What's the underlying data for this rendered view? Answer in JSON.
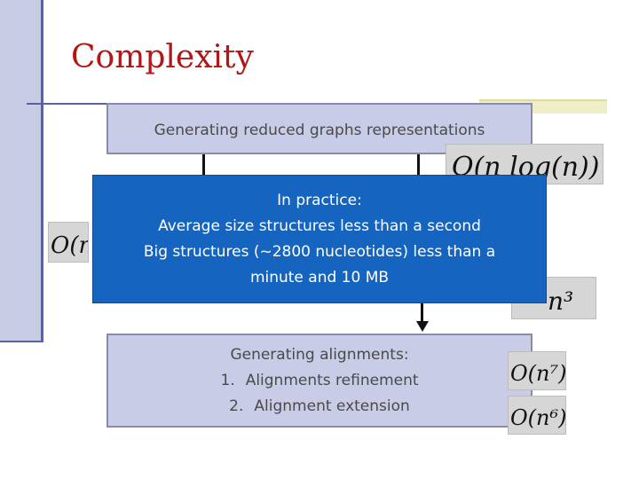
{
  "slide": {
    "title": "Complexity",
    "top_box": "Generating reduced graphs representations",
    "overlay": {
      "lines": [
        "In practice:",
        "Average size structures less than a second",
        "Big structures (~2800 nucleotides) less than a",
        "minute and 10 MB"
      ]
    },
    "bottom_box": {
      "heading": "Generating alignments:",
      "steps": [
        {
          "num": "1.",
          "label": "Alignments refinement"
        },
        {
          "num": "2.",
          "label": "Alignment extension"
        }
      ]
    },
    "formulas": {
      "nlogn": "O(n log(n))",
      "partial_n": "O(n",
      "n3": "n³",
      "n7": "O(n⁷)",
      "n6": "O(n⁶)"
    }
  },
  "colors": {
    "title": "#b01818",
    "box_fill": "#c9cce6",
    "overlay_fill": "#1565c0",
    "sidebar": "#c7cbe3"
  }
}
